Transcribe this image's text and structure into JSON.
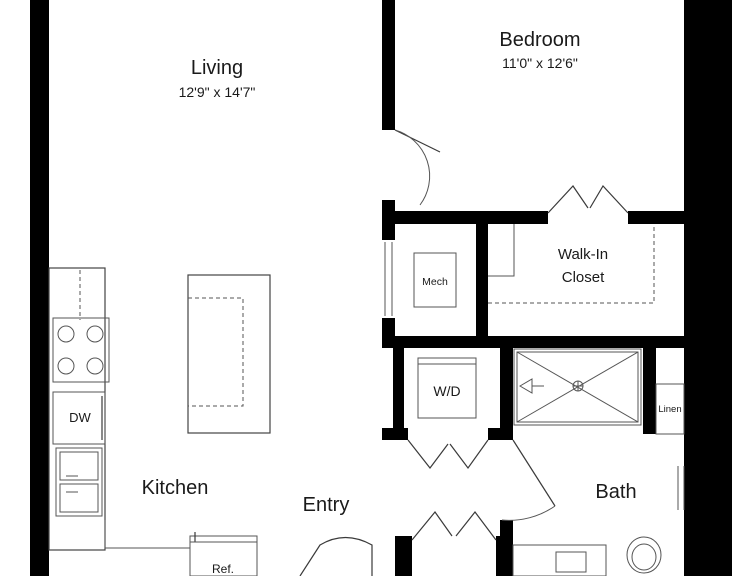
{
  "colors": {
    "wall": "#000000",
    "line": "#3a3a3a",
    "background": "#ffffff"
  },
  "rooms": {
    "living": {
      "name": "Living",
      "dimensions": "12'9\" x 14'7\""
    },
    "bedroom": {
      "name": "Bedroom",
      "dimensions": "11'0\" x 12'6\""
    },
    "walk_in_closet": {
      "name_line1": "Walk-In",
      "name_line2": "Closet"
    },
    "kitchen": {
      "name": "Kitchen"
    },
    "entry": {
      "name": "Entry"
    },
    "bath": {
      "name": "Bath"
    }
  },
  "fixtures": {
    "mech": "Mech",
    "washer_dryer": "W/D",
    "dishwasher": "DW",
    "linen": "Linen",
    "refrigerator": "Ref."
  },
  "icons": [
    "stove-icon",
    "sink-icon",
    "shower-drain-icon",
    "toilet-icon",
    "door-swing-icon"
  ]
}
